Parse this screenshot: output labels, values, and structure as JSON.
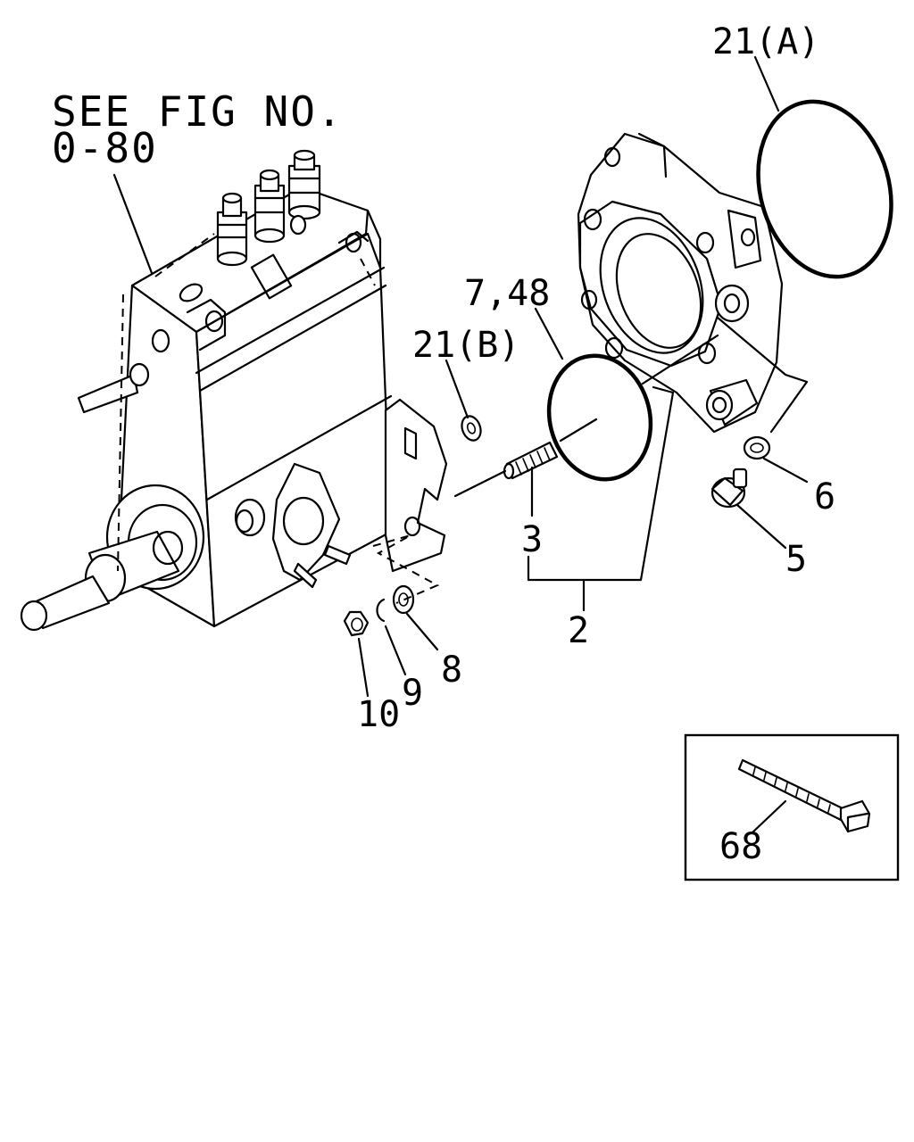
{
  "reference": {
    "line1": "SEE FIG NO.",
    "line2": "0-80"
  },
  "callouts": {
    "c21a": "21(A)",
    "c21b": "21(B)",
    "c748": "7,48",
    "c3": "3",
    "c2": "2",
    "c6": "6",
    "c5": "5",
    "c8": "8",
    "c9": "9",
    "c10": "10",
    "c68": "68"
  }
}
